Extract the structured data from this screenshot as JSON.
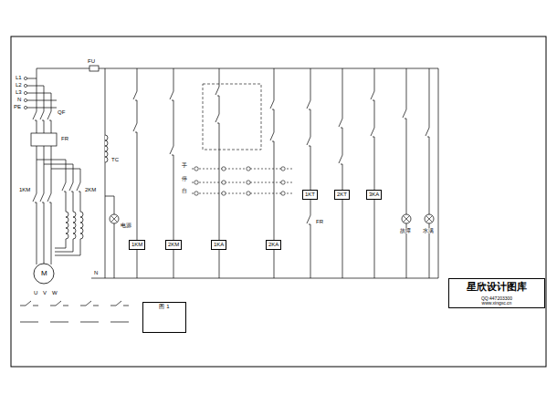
{
  "diagram": {
    "nodes": [
      {
        "text": [
          "星欣设计图库",
          "QQ:447203300",
          "www.xingxc.cn"
        ]
      },
      {
        "text": [
          "1KM"
        ]
      },
      {
        "text": [
          "2KM"
        ]
      },
      {
        "text": [
          "1KA"
        ]
      },
      {
        "text": [
          "2KA"
        ]
      },
      {
        "text": [
          "1KT"
        ]
      },
      {
        "text": [
          "2KT"
        ]
      },
      {
        "text": [
          "3KA"
        ]
      },
      {
        "text": [
          "图 1"
        ]
      }
    ],
    "labels": [
      "L1",
      "L2",
      "L3",
      "N",
      "PE",
      "QF",
      "FU",
      "FR",
      "TC",
      "M",
      "U",
      "V",
      "W",
      "1KM",
      "2KM",
      "电源",
      "故障",
      "水满",
      "N",
      "手",
      "停",
      "自",
      "FR"
    ]
  }
}
